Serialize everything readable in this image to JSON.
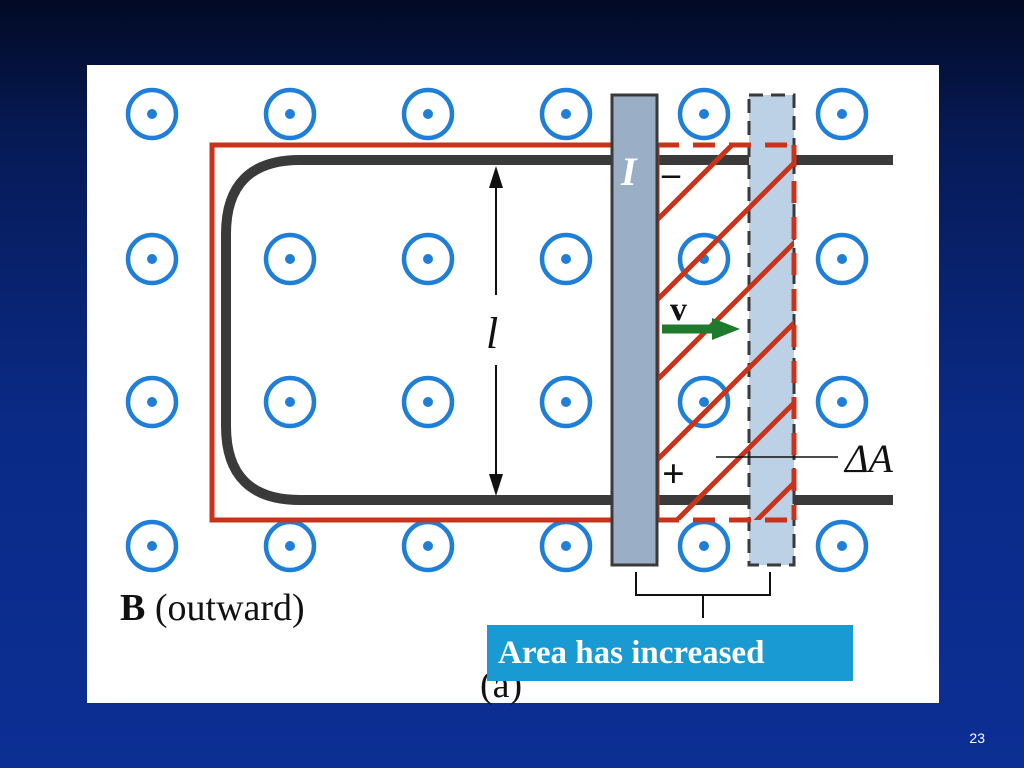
{
  "slide": {
    "number": "23",
    "colors": {
      "background": "#0a2a86",
      "panel": "#ffffff",
      "field_symbol": "#1f7fd8",
      "loop_highlight": "#c8331a",
      "rail": "#3a3a3a",
      "moving_bar": "#9aaec6",
      "new_bar_position": "#bcd0e6",
      "velocity_arrow": "#1f7a2e",
      "callout_bg": "#1a9ad3"
    }
  },
  "diagram": {
    "field_symbol": "out-of-page-dot-circle-icon",
    "current_label": "I",
    "minus_sign": "–",
    "plus_sign": "+",
    "velocity_label": "v",
    "length_label": "l",
    "delta_area_label": "ΔA",
    "field_label_bold": "B",
    "field_label_rest": " (outward)",
    "figure_tag": "(a)"
  },
  "callout": {
    "text": "Area has increased"
  }
}
